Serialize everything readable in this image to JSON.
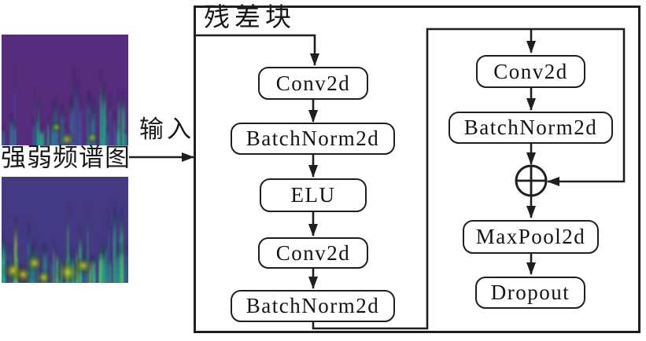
{
  "diagram": {
    "title": "残差块",
    "input_label": "输入",
    "source_label": "强弱频谱图",
    "left_column": [
      "Conv2d",
      "BatchNorm2d",
      "ELU",
      "Conv2d",
      "BatchNorm2d"
    ],
    "right_column": [
      "Conv2d",
      "BatchNorm2d",
      "MaxPool2d",
      "Dropout"
    ],
    "merge_operator": "element-wise-add",
    "colors": {
      "line": "#1f1f1f",
      "box_border": "#1f1f1f",
      "background": "#ffffff",
      "spectrogram_top_bg": "#562c7c",
      "spectrogram_bottom_bg": "#443983",
      "spectrogram_top_palette": [
        "#4d4e9a",
        "#45519e",
        "#3b528b",
        "#2c728e",
        "#21918c",
        "#28ae80"
      ],
      "spectrogram_bottom_palette": [
        "#31688e",
        "#26828e",
        "#1fa187",
        "#35b779",
        "#49c16d",
        "#90d743"
      ],
      "spectrogram_top_glow": "rgba(180,222,44,0.85)",
      "spectrogram_bottom_glow": "rgba(216,226,25,0.9)"
    }
  }
}
